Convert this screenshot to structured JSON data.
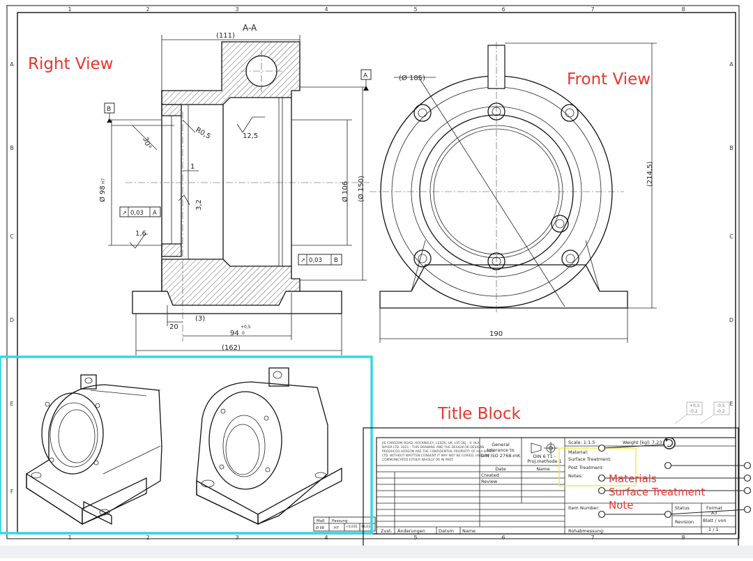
{
  "annotations": {
    "right_view": "Right View",
    "front_view": "Front View",
    "title_block": "Title Block",
    "materials_note": [
      "Materials",
      "Surface Treatment",
      "Note"
    ]
  },
  "colors": {
    "annotation_red": "#e8352a",
    "highlight_cyan": "#35d7e6",
    "highlight_yellow": "#f3ea3a",
    "outline_black": "#111111"
  },
  "zones": {
    "columns": [
      "1",
      "2",
      "3",
      "4",
      "5",
      "6",
      "7",
      "8"
    ],
    "rows": [
      "A",
      "B",
      "C",
      "D",
      "E",
      "F"
    ]
  },
  "section_view": {
    "label": "A-A",
    "dims": {
      "top_width": "(111)",
      "chamfer_angle": "30°",
      "radius": "R0,5",
      "roughness_top": "12,5",
      "bore_dia": "Ø 98",
      "bore_fit": "H7",
      "step": "1",
      "roughness_mid": "3,2",
      "inner_dia": "Ø 106",
      "outer_dia": "(Ø 150)",
      "roughness_bore": "1,6",
      "gdt_runout_b": "0,03",
      "gdt_runout_b_ref": "A",
      "gdt_runout_a": "0,03",
      "gdt_runout_a_ref": "B",
      "datum_b": "B",
      "dim_20": "20",
      "dim_3": "(3)",
      "dim_94": "94",
      "dim_94_tol_upper": "+0,5",
      "dim_94_tol_lower": "0",
      "overall": "(162)"
    }
  },
  "front_view": {
    "datum_a": "A",
    "bolt_circle": "(Ø 185)",
    "height": "(214,5)",
    "width": "190"
  },
  "title_block": {
    "company_text": "JIS CAREDON ROAD, HOCKNELEY, LEEDS, UK, LS5 2KJ · © HLA BAYER LTD. 2021 · THIS DRAWING AND THE DESIGN OR DESIGNS PRODUCED HEREON ARE THE CONFIDENTIAL PROPERTY OF HLA BAYER LTD. WITHOUT WRITTEN CONSENT IT MAY NOT BE COPIED, USED OR COMMUNICATED EITHER WHOLLY OR IN PART.",
    "general_tolerance": [
      "General",
      "tolerance to",
      "DIN ISO 2768-mK"
    ],
    "projection": [
      "DIN 6  T1 -",
      "Proj.methode 1"
    ],
    "scale": "Scale: 1:1.5",
    "weight": "Weight [kg]: 7.23",
    "material": "Material:",
    "surface_treatment": "Surface Treatment:",
    "post_treatment": "Post Treatment:",
    "notes": "Notes:",
    "item_number": "Item Number:",
    "status": "Status",
    "revision": "Revision",
    "format_label": "Format",
    "format_value": "A3",
    "sheet_label": "Blatt / von",
    "sheet_value": "1  /  1",
    "rohabmessung": "Rohabmessung:",
    "date": "Date",
    "name": "Name",
    "created": "Created",
    "review": "Review",
    "zust": "Zust.",
    "aenderungen": "Änderungen",
    "datum": "Datum",
    "name_col": "Name",
    "surface_tol_a": [
      "+0,5",
      "-0,2"
    ],
    "surface_tol_b": [
      "-0,5",
      "-0,2"
    ]
  },
  "fit_table": {
    "headers": [
      "Maß",
      "Passung"
    ],
    "row": [
      "Ø 98",
      "H7",
      "+0,035",
      "98,035"
    ]
  }
}
